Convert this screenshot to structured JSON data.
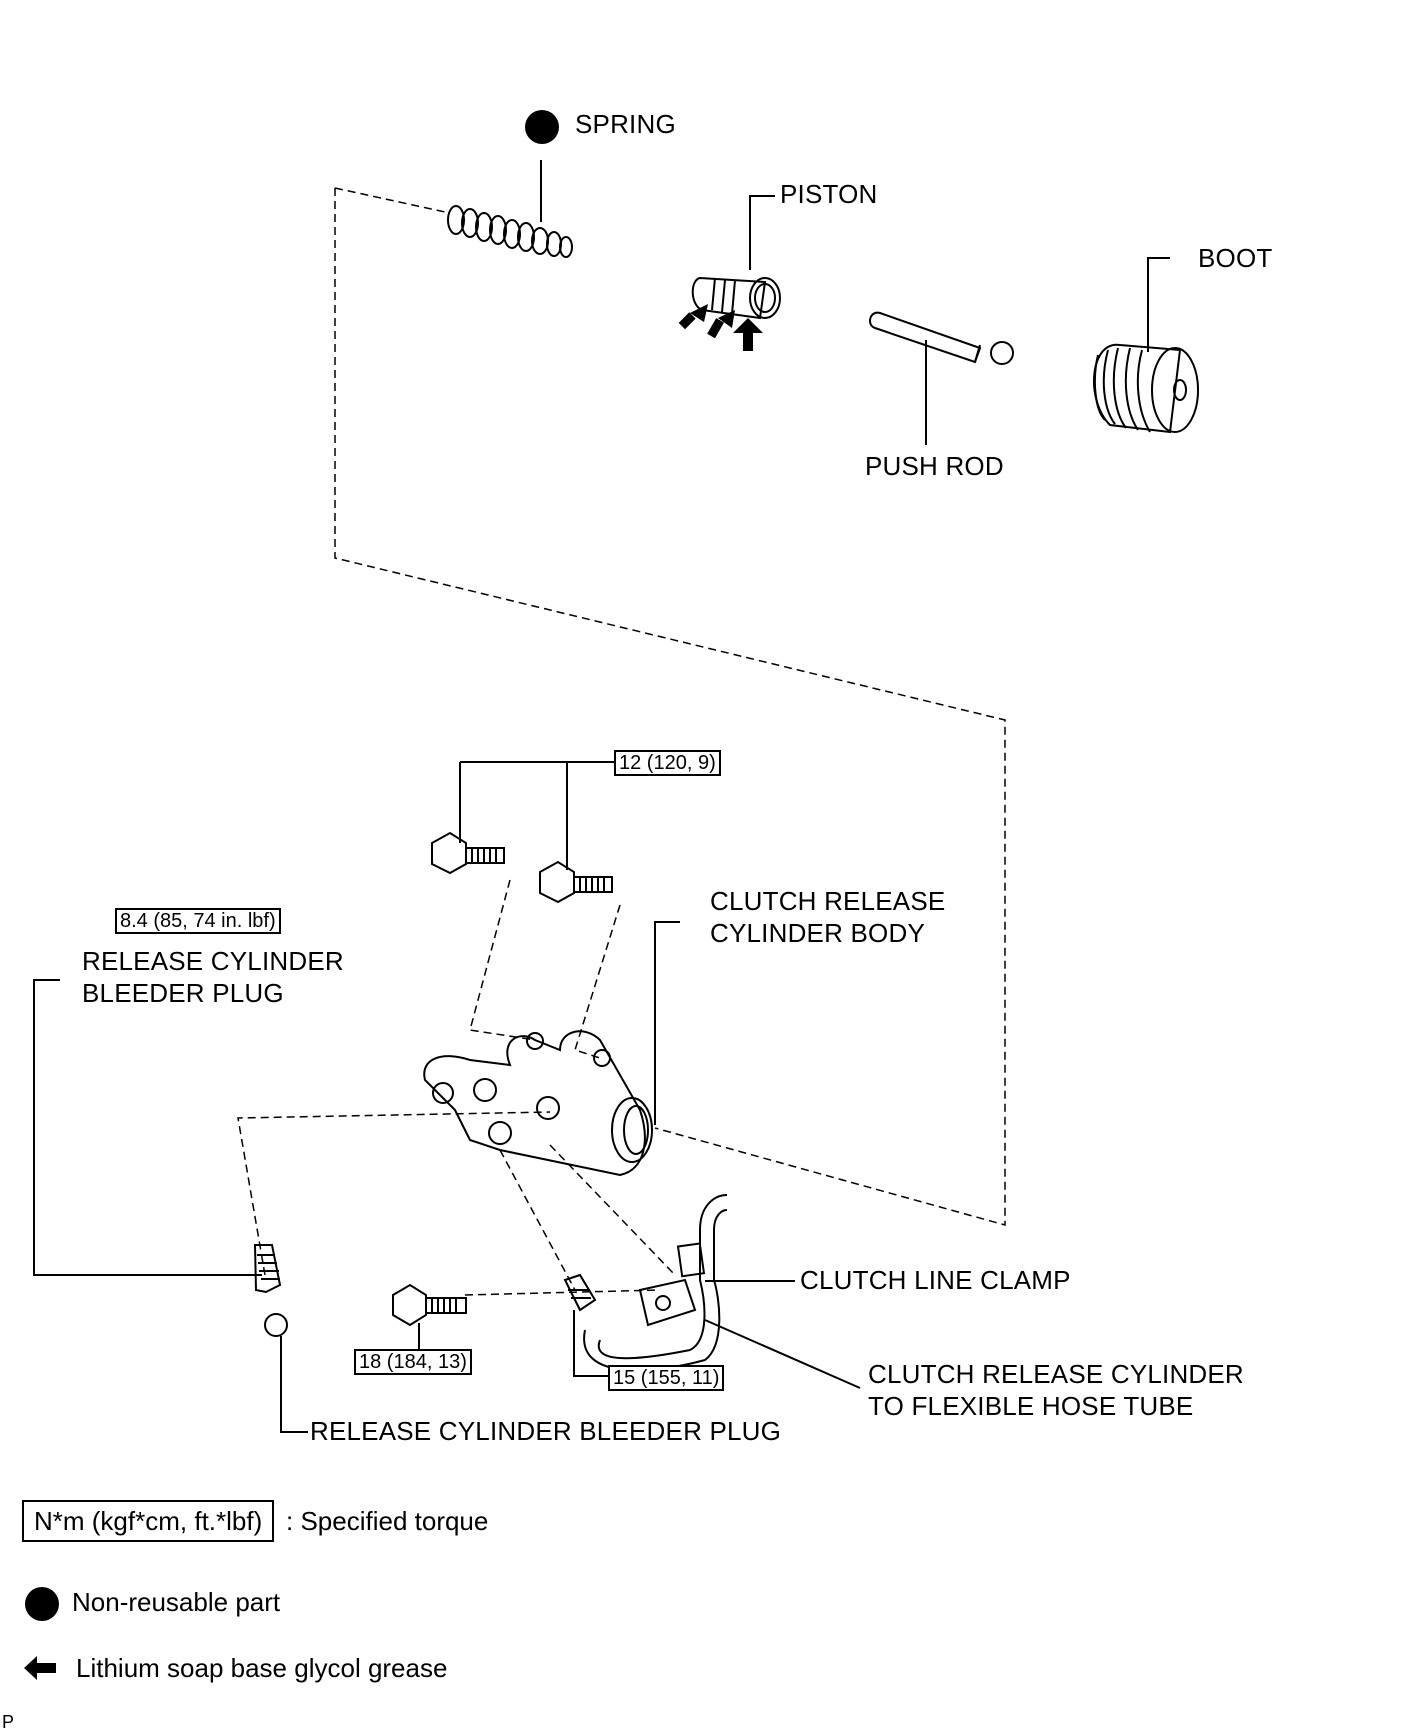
{
  "parts": {
    "spring": "SPRING",
    "piston": "PISTON",
    "boot": "BOOT",
    "push_rod": "PUSH ROD",
    "release_cylinder_body_line1": "CLUTCH RELEASE",
    "release_cylinder_body_line2": "CYLINDER BODY",
    "bleeder_plug_upper_line1": "RELEASE CYLINDER",
    "bleeder_plug_upper_line2": "BLEEDER PLUG",
    "clutch_line_clamp": "CLUTCH LINE CLAMP",
    "hose_tube_line1": "CLUTCH RELEASE CYLINDER",
    "hose_tube_line2": "TO FLEXIBLE HOSE TUBE",
    "bleeder_plug_lower": "RELEASE CYLINDER BLEEDER PLUG"
  },
  "torque": {
    "body_bolts": "12 (120, 9)",
    "bleeder_plug": "8.4 (85, 74 in. lbf)",
    "clamp_bolt": "18 (184, 13)",
    "tube_nut": "15 (155, 11)"
  },
  "legend": {
    "torque_unit": "N*m (kgf*cm, ft.*lbf)",
    "torque_desc": ": Specified torque",
    "non_reusable": "Non-reusable part",
    "grease": "Lithium soap base glycol grease"
  },
  "footer": {
    "mark": "P"
  }
}
